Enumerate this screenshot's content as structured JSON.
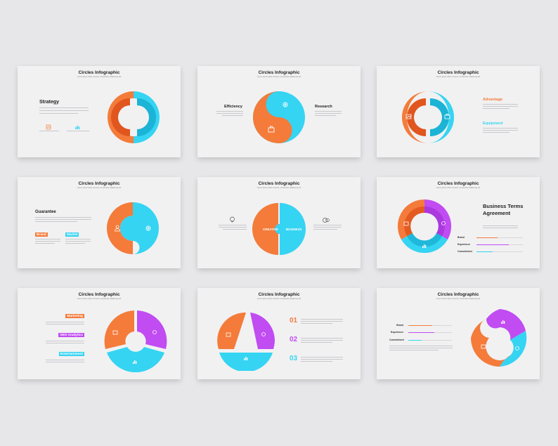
{
  "colors": {
    "orange": "#f47b3a",
    "orange_dark": "#e0561e",
    "cyan": "#35d4f2",
    "cyan_dark": "#1bb3d6",
    "purple": "#c04cf2"
  },
  "slides": [
    {
      "title": "Circles Infographic",
      "subtitle": "Lorem ipsum dolor sit amet, consectetur adipiscing elit",
      "heading": "Strategy",
      "icon_left": "chart-icon",
      "icon_right": "bar-chart-icon"
    },
    {
      "title": "Circles Infographic",
      "subtitle": "Lorem ipsum dolor sit amet, consectetur adipiscing elit",
      "left_heading": "Efficiency",
      "right_heading": "Research",
      "icon_top": "gear-icon",
      "icon_bottom": "briefcase-icon"
    },
    {
      "title": "Circles Infographic",
      "subtitle": "Lorem ipsum dolor sit amet, consectetur adipiscing elit",
      "heading_1": "Advantage",
      "heading_2": "Equipment",
      "icon_left": "chart-icon",
      "icon_right": "briefcase-icon"
    },
    {
      "title": "Circles Infographic",
      "subtitle": "Lorem ipsum dolor sit amet, consectetur adipiscing elit",
      "heading": "Guarantee",
      "tag_1": "Brand",
      "tag_2": "Market",
      "icon_left": "user-icon",
      "icon_right": "gear-icon"
    },
    {
      "title": "Circles Infographic",
      "subtitle": "Lorem ipsum dolor sit amet, consectetur adipiscing elit",
      "label_left": "CREATIVE",
      "label_right": "BUSINESS",
      "icon_left": "lightbulb-icon",
      "icon_right": "dollar-icon"
    },
    {
      "title": "Circles Infographic",
      "subtitle": "Lorem ipsum dolor sit amet, consectetur adipiscing elit",
      "heading": "Business Terms Agreement",
      "bars": [
        {
          "label": "Brand",
          "value": 0.45,
          "color": "#f47b3a"
        },
        {
          "label": "Experience",
          "value": 0.7,
          "color": "#c04cf2"
        },
        {
          "label": "Commitment",
          "value": 0.35,
          "color": "#35d4f2"
        }
      ]
    },
    {
      "title": "Circles Infographic",
      "subtitle": "Lorem ipsum dolor sit amet, consectetur adipiscing elit",
      "tags": [
        {
          "label": "Marketing",
          "color": "#f47b3a"
        },
        {
          "label": "SEO Analytics",
          "color": "#c04cf2"
        },
        {
          "label": "Entertainment",
          "color": "#35d4f2"
        }
      ]
    },
    {
      "title": "Circles Infographic",
      "subtitle": "Lorem ipsum dolor sit amet, consectetur adipiscing elit",
      "numbers": [
        {
          "label": "01",
          "color": "#f47b3a"
        },
        {
          "label": "02",
          "color": "#c04cf2"
        },
        {
          "label": "03",
          "color": "#35d4f2"
        }
      ]
    },
    {
      "title": "Circles Infographic",
      "subtitle": "Lorem ipsum dolor sit amet, consectetur adipiscing elit",
      "bars": [
        {
          "label": "Brand",
          "value": 0.55,
          "color": "#f47b3a"
        },
        {
          "label": "Experience",
          "value": 0.6,
          "color": "#c04cf2"
        },
        {
          "label": "Commitment",
          "value": 0.3,
          "color": "#35d4f2"
        }
      ]
    }
  ]
}
